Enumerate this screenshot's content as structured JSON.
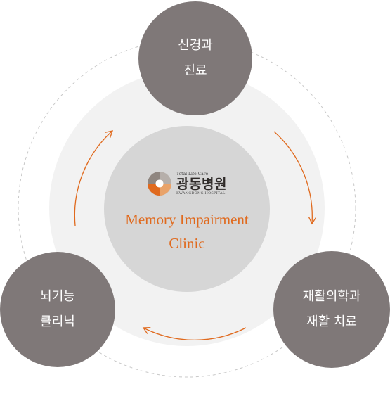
{
  "center": {
    "logo": {
      "tagline": "Total Life Care",
      "name_ko": "광동병원",
      "name_en": "KWANGDONG HOSPITAL"
    },
    "title_line1": "Memory Impairment",
    "title_line2": "Clinic"
  },
  "nodes": {
    "top": {
      "line1": "신경과",
      "line2": "진료"
    },
    "right": {
      "line1": "재활의학과",
      "line2": "재활 치료"
    },
    "left": {
      "line1": "뇌기능",
      "line2": "클리닉"
    }
  },
  "colors": {
    "node_fill": "#7f7878",
    "accent": "#e06a1e",
    "outer_ring": "#f2f2f2",
    "inner_circle": "#d6d6d6",
    "dashed_ring": "#c8c8c8"
  },
  "icons": [
    "cycle-arrow-icon",
    "hospital-logo-icon"
  ]
}
